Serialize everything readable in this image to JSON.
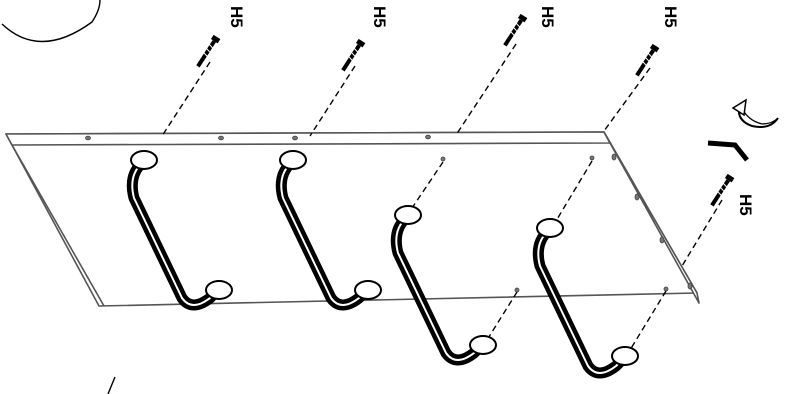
{
  "diagram": {
    "screw_label": "H5",
    "screws": [
      {
        "id": "screw-1"
      },
      {
        "id": "screw-2"
      },
      {
        "id": "screw-3"
      },
      {
        "id": "screw-4"
      },
      {
        "id": "screw-5"
      }
    ],
    "handles_count": 4,
    "icons": [
      "rotate-arrow-icon",
      "allen-key-icon"
    ],
    "colors": {
      "line": "#000000",
      "panel_edge": "#555555",
      "background": "#ffffff"
    }
  }
}
